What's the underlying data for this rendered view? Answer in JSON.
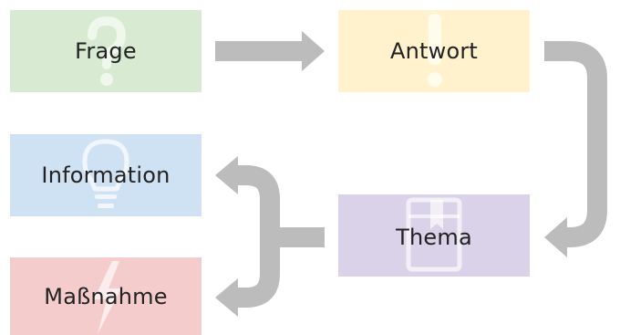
{
  "colors": {
    "frage": "#d9ead3",
    "antwort": "#fff2cc",
    "information": "#cfe2f3",
    "thema": "#d9d2e9",
    "massnahme": "#f4cccc",
    "arrow": "#bcbcbc",
    "icon": "#ffffff"
  },
  "nodes": {
    "frage": {
      "label": "Frage",
      "icon": "question-mark-icon"
    },
    "antwort": {
      "label": "Antwort",
      "icon": "exclamation-mark-icon"
    },
    "information": {
      "label": "Information",
      "icon": "lightbulb-icon"
    },
    "thema": {
      "label": "Thema",
      "icon": "bookmark-book-icon"
    },
    "massnahme": {
      "label": "Maßnahme",
      "icon": "lightning-icon"
    }
  },
  "edges": [
    {
      "from": "Frage",
      "to": "Antwort"
    },
    {
      "from": "Antwort",
      "to": "Thema"
    },
    {
      "from": "Thema",
      "to": "Information"
    },
    {
      "from": "Thema",
      "to": "Maßnahme"
    }
  ]
}
